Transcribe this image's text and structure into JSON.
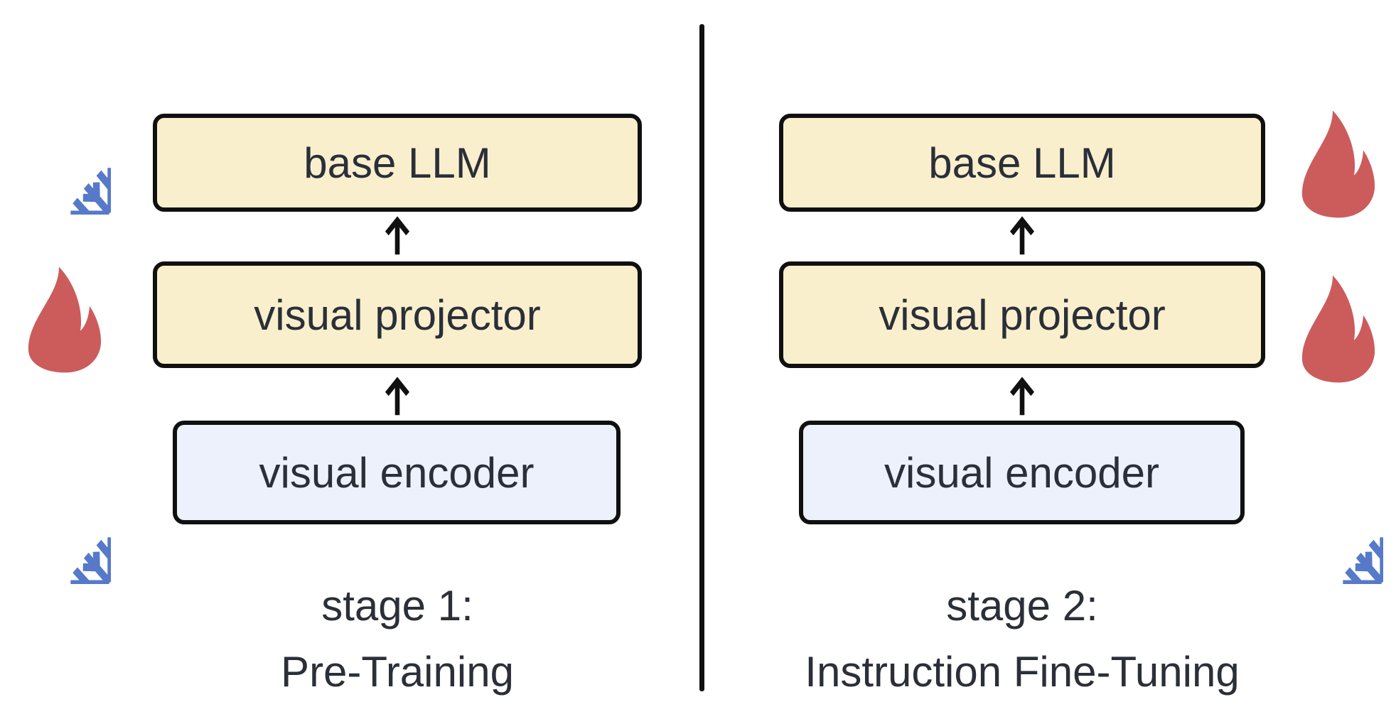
{
  "diagram": {
    "colors": {
      "warm_box_fill": "#FAEFCD",
      "cool_box_fill": "#ECF1FB",
      "box_border": "#101010",
      "text": "#2A2F38",
      "flame_red": "#CC5C5C",
      "snowflake_blue": "#5679CA",
      "divider": "#101010",
      "background": "#FFFFFF"
    },
    "panels": [
      {
        "caption_line1": "stage 1:",
        "caption_line2": "Pre-Training",
        "icon_side": "left",
        "rows": [
          {
            "label": "base LLM",
            "fill": "warm",
            "icon": "snowflake-icon"
          },
          {
            "label": "visual projector",
            "fill": "warm",
            "icon": "flame-icon"
          },
          {
            "label": "visual encoder",
            "fill": "cool",
            "icon": "snowflake-icon"
          }
        ]
      },
      {
        "caption_line1": "stage 2:",
        "caption_line2": "Instruction Fine-Tuning",
        "icon_side": "right",
        "rows": [
          {
            "label": "base LLM",
            "fill": "warm",
            "icon": "flame-icon"
          },
          {
            "label": "visual projector",
            "fill": "warm",
            "icon": "flame-icon"
          },
          {
            "label": "visual encoder",
            "fill": "cool",
            "icon": "snowflake-icon"
          }
        ]
      }
    ]
  }
}
